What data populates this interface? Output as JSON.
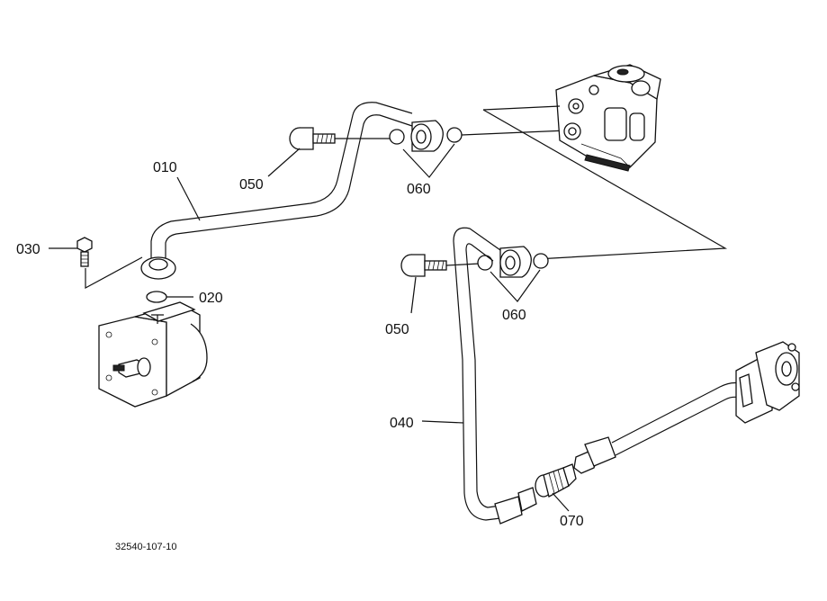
{
  "callouts": {
    "p010": "010",
    "p020": "020",
    "p030": "030",
    "p040": "040",
    "p050a": "050",
    "p050b": "050",
    "p060a": "060",
    "p060b": "060",
    "p070": "070"
  },
  "figure_code": "32540-107-10"
}
